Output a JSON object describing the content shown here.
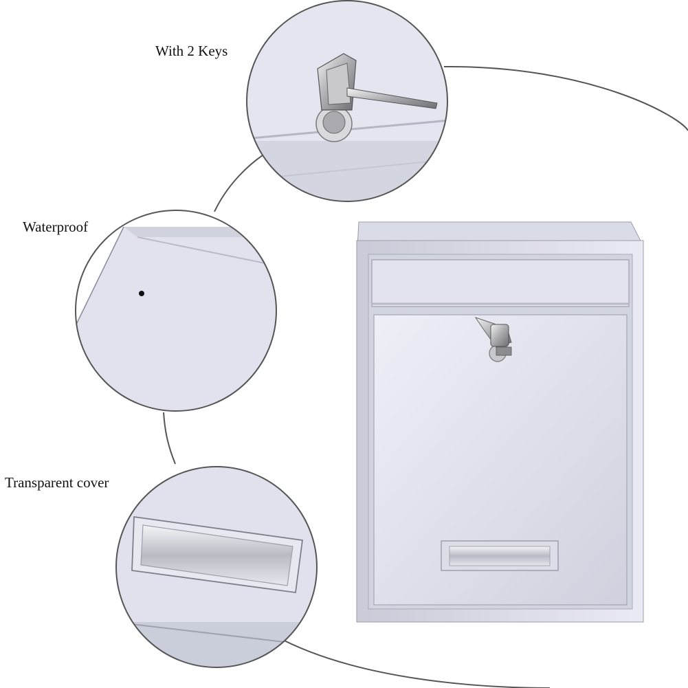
{
  "labels": {
    "keys": "With 2 Keys",
    "waterproof": "Waterproof",
    "transparent_cover": "Transparent cover"
  },
  "colors": {
    "metal_light": "#e3e4ef",
    "metal_mid": "#cfd1dd",
    "metal_dark": "#9fa2b0",
    "outline": "#555555"
  }
}
